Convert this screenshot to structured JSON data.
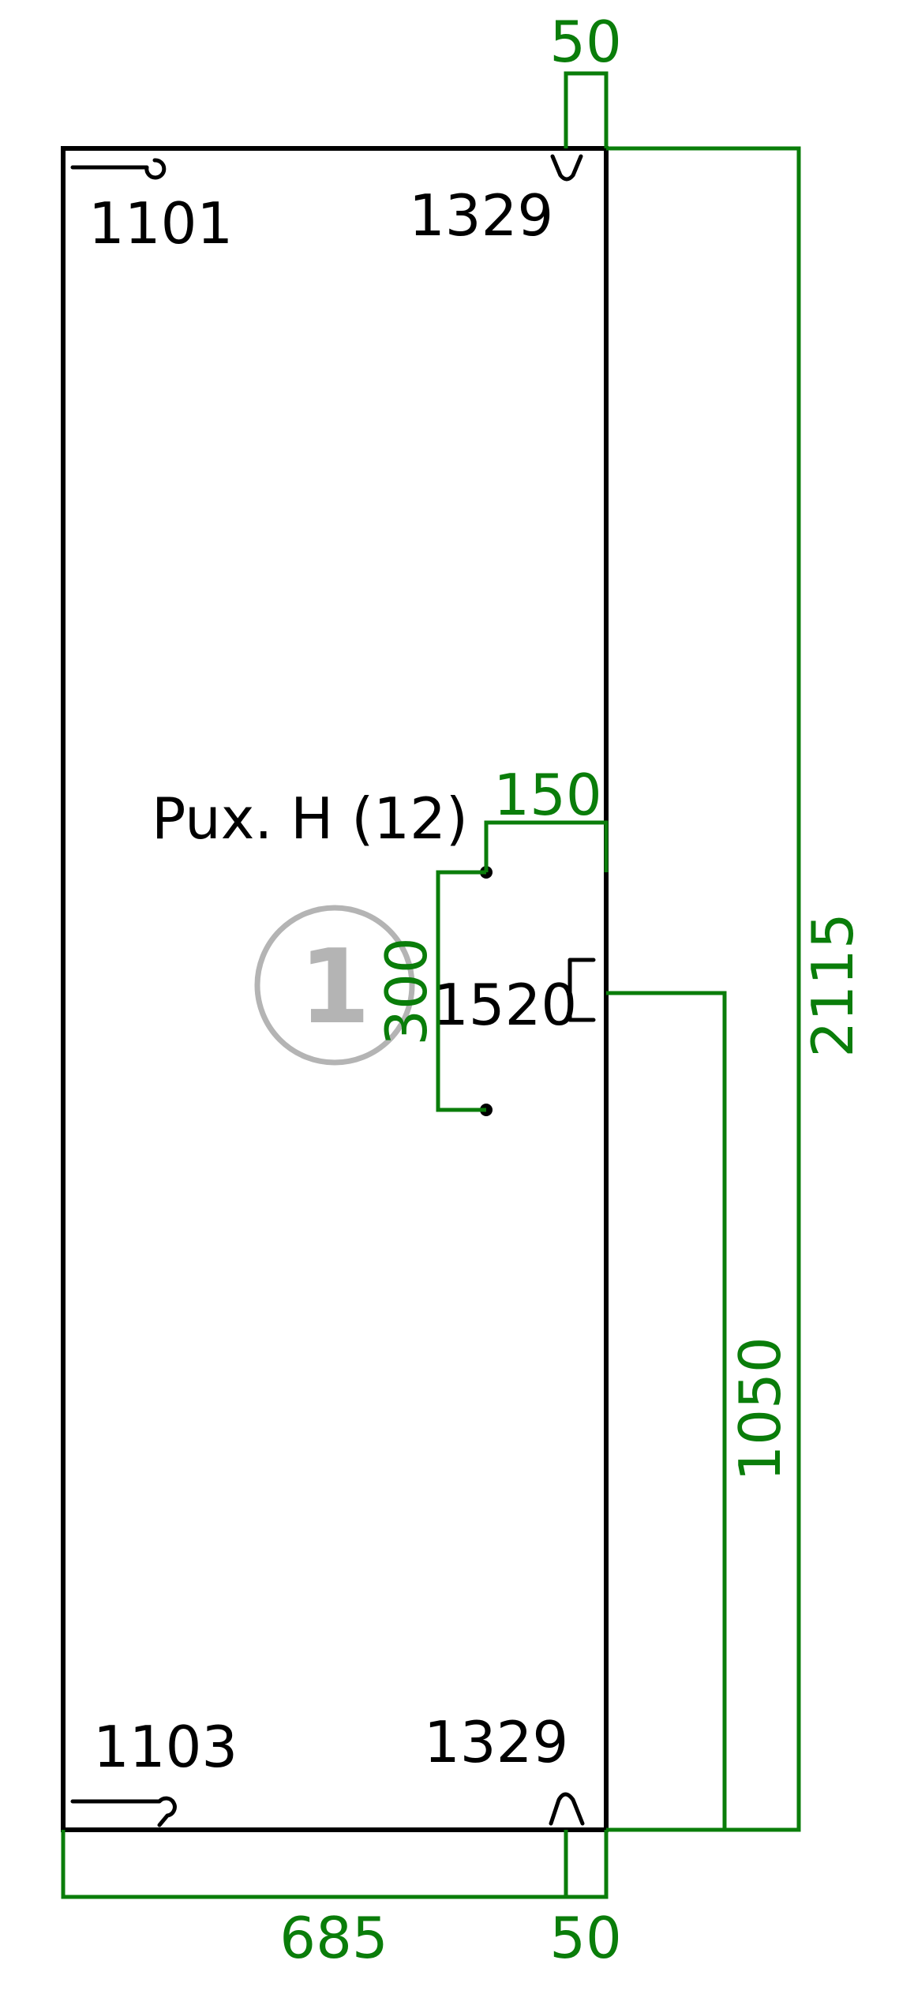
{
  "drawing": {
    "colors": {
      "outline": "#000000",
      "dimension": "#0a7d0a",
      "marker": "#b4b4b4"
    },
    "marker": "1",
    "handle_label": "Pux. H (12)",
    "hardware_labels": {
      "top_left": "1101",
      "top_right": "1329",
      "bottom_left": "1103",
      "bottom_right": "1329",
      "lock": "1520"
    },
    "dimensions": {
      "top_offset": "50",
      "bottom_offset": "50",
      "width": "685",
      "height": "2115",
      "lock_height": "1050",
      "handle_offset": "150",
      "handle_length": "300"
    }
  }
}
